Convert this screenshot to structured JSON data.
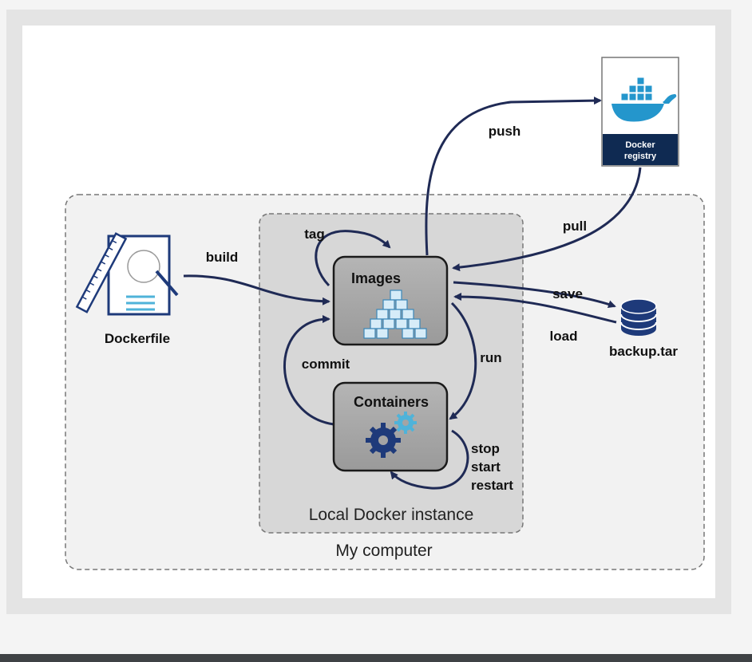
{
  "zones": {
    "my_computer": "My computer",
    "local_instance": "Local Docker instance"
  },
  "nodes": {
    "images": "Images",
    "containers": "Containers",
    "dockerfile": "Dockerfile",
    "backup": "backup.tar",
    "registry_line1": "Docker",
    "registry_line2": "registry"
  },
  "edges": {
    "build": "build",
    "tag": "tag",
    "push": "push",
    "pull": "pull",
    "save": "save",
    "load": "load",
    "run": "run",
    "commit": "commit",
    "stop": "stop",
    "start": "start",
    "restart": "restart"
  },
  "colors": {
    "arrow": "#1f2a55",
    "registry_bar": "#0f2a52",
    "docker_blue": "#2496cc",
    "node_fill": "#a4a4a4",
    "zone_outer": "#f2f2f2",
    "zone_inner": "#d7d7d7"
  }
}
